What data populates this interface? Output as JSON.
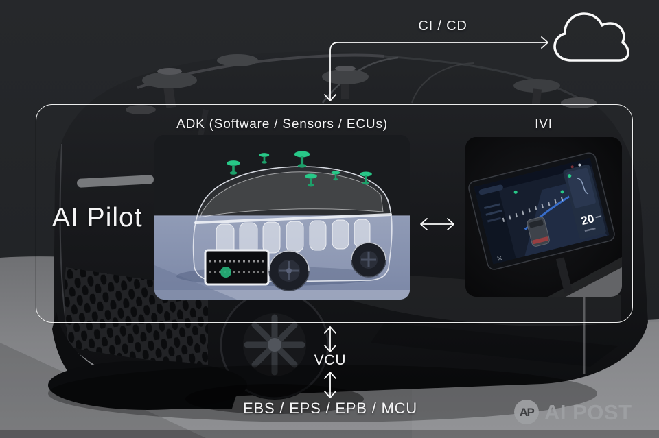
{
  "pipeline": {
    "label": "CI / CD"
  },
  "system": {
    "title": "AI Pilot",
    "adk": {
      "label": "ADK (Software / Sensors / ECUs)"
    },
    "ivi": {
      "label": "IVI",
      "screen": {
        "speed": "20"
      }
    }
  },
  "stack": {
    "vcu_label": "VCU",
    "actuators_label": "EBS / EPS / EPB / MCU"
  },
  "branding": {
    "monogram": "AP",
    "name": "AI POST"
  },
  "icons": {
    "cloud": "cloud-icon",
    "ci_cd_flow": "elbow-arrow-down-and-right",
    "adk_ivi_link": "horizontal-double-arrow",
    "box_vcu_link": "vertical-double-arrow",
    "vcu_actuators_link": "vertical-double-arrow"
  },
  "colors": {
    "diagram_stroke": "#fafafa",
    "sensor_green": "#28c888",
    "adk_floor_blue": "#8c98b4",
    "ground_gray": "#85868a",
    "backdrop_dark": "#232528",
    "logo_gray": "#9ea0a3"
  }
}
